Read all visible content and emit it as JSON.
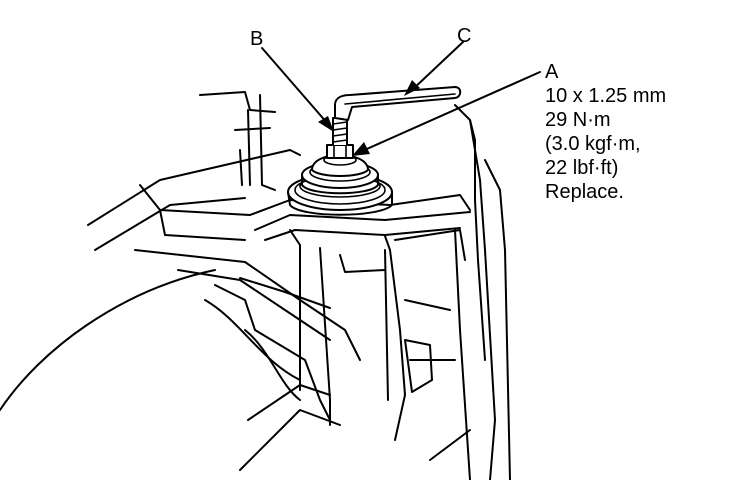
{
  "callouts": {
    "b": "B",
    "c": "C",
    "a": "A"
  },
  "spec": {
    "size": "10 x 1.25 mm",
    "torque_nm": "29 N·m",
    "torque_kgf": "(3.0 kgf·m,",
    "torque_lbf": "22 lbf·ft)",
    "note": "Replace."
  }
}
